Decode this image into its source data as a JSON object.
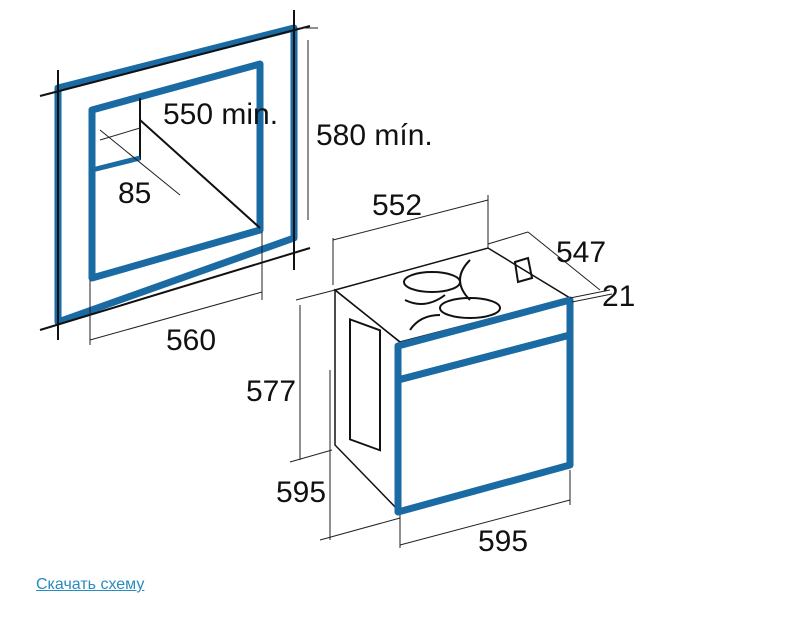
{
  "diagram": {
    "niche_depth_label": "550 min.",
    "niche_height_label": "580 mín.",
    "niche_offset_label": "85",
    "niche_width_label": "560",
    "oven_top_width_label": "552",
    "oven_depth_label": "547",
    "door_thickness_label": "21",
    "oven_body_height_label": "577",
    "oven_height_label": "595",
    "oven_width_label": "595",
    "accent_color": "#1a6aa3"
  },
  "link": {
    "label": "Скачать схему"
  }
}
